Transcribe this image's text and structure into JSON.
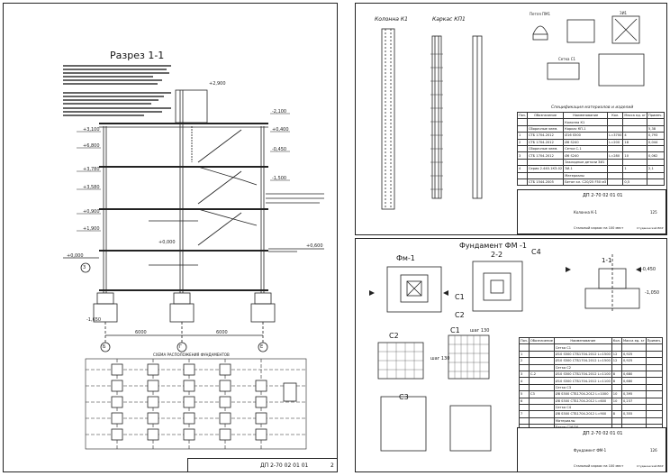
{
  "sheet_left": {
    "title": "Разрез 1-1",
    "plan_title": "СХЕМА РАСПОЛОЖЕНИЯ ФУНДАМЕНТОВ",
    "stamp_code": "ДП 2-70 02 01 01",
    "stamp_sheet": "2",
    "elevations": [
      "+3,100",
      "+6,800",
      "+3,780",
      "+3,580",
      "+0,900",
      "+1,900",
      "-2,100",
      "+0,400",
      "-0,450",
      "-1,500",
      "+0,000",
      "+0,600",
      "+2,900",
      "-1,650",
      "+0,000"
    ],
    "dims": [
      "6000",
      "6000"
    ],
    "axes": [
      "Б",
      "Г",
      "Е"
    ],
    "callout": "3"
  },
  "sheet_top_right": {
    "col_title": "Колонна К1",
    "frame_title": "Каркас КП1",
    "detail_a": "Петля ПМ1",
    "detail_b": "ЗИ1",
    "detail_c": "Сетка С1",
    "spec_title": "Спецификация материалов и изделий",
    "spec_headers": [
      "Поз.",
      "Обозначение",
      "Наименование",
      "Кол.",
      "Масса ед. кг",
      "Примеч."
    ],
    "spec_rows": [
      [
        "",
        "",
        "Колонна К1",
        "",
        "",
        ""
      ],
      [
        "",
        "Сборочные элем.",
        "Каркас КП-1",
        "",
        "",
        "5,38"
      ],
      [
        "1",
        "СТБ 1704-2012",
        "Ø16 S500",
        "L=3700",
        "4",
        "0,793"
      ],
      [
        "2",
        "СТБ 1704-2012",
        "Ø6 S240",
        "L=200",
        "18",
        "0,044"
      ],
      [
        "",
        "Сборочные элем.",
        "Сетка С-1",
        "",
        "",
        ""
      ],
      [
        "3",
        "СТБ 1704-2012",
        "Ø6 S240",
        "L=280",
        "10",
        "0,062"
      ],
      [
        "",
        "",
        "Закладные детали ЗИ1",
        "",
        "",
        ""
      ],
      [
        "4",
        "Серия 2.440-1КЗ-02",
        "ЗИ-1",
        "",
        "1",
        "2,1"
      ],
      [
        "",
        "",
        "Материалы",
        "",
        "",
        ""
      ],
      [
        "",
        "СТБ 1544-2005",
        "Бетон кл. C20/25 F50 м3",
        "",
        "0,5",
        ""
      ]
    ],
    "stamp_code": "ДП 2-70 02 01 01",
    "stamp_name": "Колонна К-1",
    "stamp_desc": "Стальный каркас на 100 мест",
    "stamp_sheet": "125",
    "stamp_org": "Студенческий ВКР"
  },
  "sheet_bottom_right": {
    "title": "Фундамент ФМ -1",
    "view1": "Фм-1",
    "view2": "2-2",
    "view3": "1-1",
    "labels": [
      "С4",
      "С1",
      "С2",
      "С1",
      "С2",
      "С3",
      "шаг 130",
      "шаг 130",
      "-1,050",
      "-0,450"
    ],
    "spec_headers": [
      "Поз.",
      "Обозначение",
      "Наименование",
      "Кол.",
      "Масса ед. кг",
      "Примеч."
    ],
    "spec_rows": [
      [
        "",
        "",
        "Сетка С1",
        "",
        "",
        ""
      ],
      [
        "1",
        "",
        "Ø10 S500 СТБ1704-2012 L=1500",
        "12",
        "0,925",
        ""
      ],
      [
        "2",
        "",
        "Ø10 S500 СТБ1704-2012 L=1500",
        "12",
        "0,925",
        ""
      ],
      [
        "",
        "",
        "Сетка С2",
        "",
        "",
        ""
      ],
      [
        "3",
        "С-2",
        "Ø10 S500 СТБ1704-2012 L=1100",
        "8",
        "0,680",
        ""
      ],
      [
        "4",
        "",
        "Ø10 S500 СТБ1704-2012 L=1100",
        "8",
        "0,680",
        ""
      ],
      [
        "",
        "",
        "Сетка С3",
        "",
        "",
        ""
      ],
      [
        "5",
        "С3",
        "Ø8 S500 СТБ1704-2012 L=1000",
        "10",
        "0,395",
        ""
      ],
      [
        "6",
        "",
        "Ø8 S500 СТБ1704-2012 L=600",
        "10",
        "0,237",
        ""
      ],
      [
        "",
        "",
        "Сетка С4",
        "",
        "",
        ""
      ],
      [
        "7",
        "",
        "Ø8 S500 СТБ1704-2012 L=900",
        "8",
        "0,355",
        ""
      ],
      [
        "",
        "",
        "Материалы",
        "",
        "",
        ""
      ],
      [
        "",
        "",
        "Бетон С16/20",
        "",
        "",
        ""
      ]
    ],
    "stamp_code": "ДП 2-70 02 01 01",
    "stamp_name": "Фундамент ФМ-1",
    "stamp_desc": "Стальный каркас на 100 мест",
    "stamp_sheet": "126",
    "stamp_org": "Студенческий ВКР"
  }
}
